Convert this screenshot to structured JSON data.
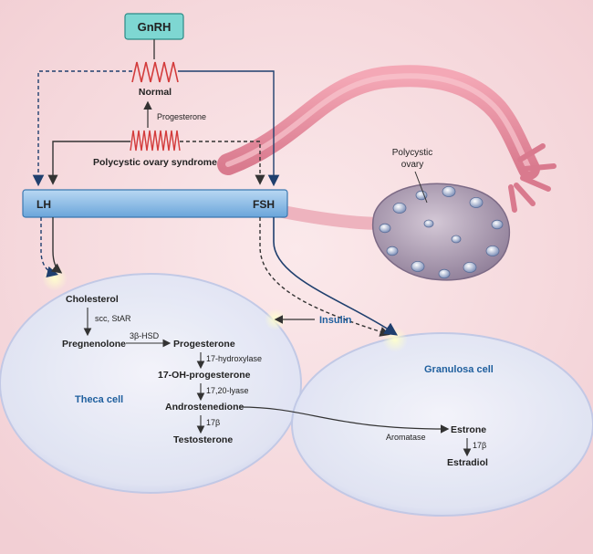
{
  "colors": {
    "background": "#f6dcdf",
    "gnrh_box": "#7ed7d2",
    "bar": "#8fbde6",
    "pulse": "#d33b3b",
    "ovary": "#b9a9bf",
    "cell_fill": "#e6eaf6",
    "label_blue": "#1f5f9e"
  },
  "labels": {
    "gnrh": "GnRH",
    "normal": "Normal",
    "progesterone_feedback": "Progesterone",
    "pcos": "Polycystic ovary syndrome",
    "lh": "LH",
    "fsh": "FSH",
    "polycystic_ovary_line1": "Polycystic",
    "polycystic_ovary_line2": "ovary",
    "insulin": "Insulin",
    "theca_cell": "Theca cell",
    "granulosa_cell": "Granulosa cell"
  },
  "pathway": {
    "cholesterol": "Cholesterol",
    "scc_star": "scc, StAR",
    "pregnenolone": "Pregnenolone",
    "three_beta_hsd": "3β-HSD",
    "progesterone": "Progesterone",
    "seventeen_hydroxylase": "17-hydroxylase",
    "seventeen_oh_progesterone": "17-OH-progesterone",
    "seventeen_twenty_lyase": "17,20-lyase",
    "androstenedione": "Androstenedione",
    "seventeen_beta_1": "17β",
    "testosterone": "Testosterone",
    "aromatase": "Aromatase",
    "estrone": "Estrone",
    "seventeen_beta_2": "17β",
    "estradiol": "Estradiol"
  }
}
